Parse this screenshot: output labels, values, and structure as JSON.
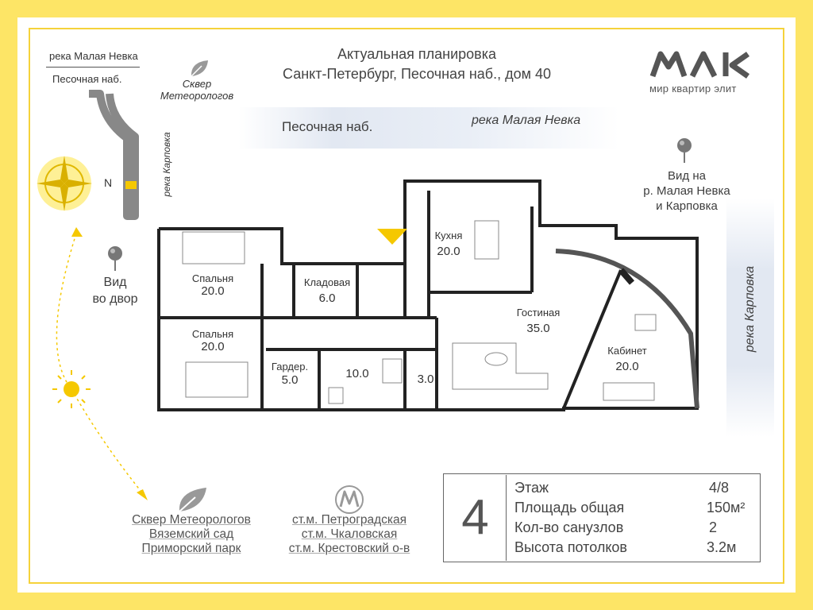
{
  "header": {
    "title_line1": "Актуальная планировка",
    "title_line2": "Санкт-Петербург, Песочная наб., дом 40"
  },
  "logo": {
    "icon": "company-logo",
    "text": "мир квартир элит"
  },
  "surroundings": {
    "street": "Песочная наб.",
    "river_top": "река  Малая Невка",
    "river_right": "река  Карповка",
    "view_river": [
      "Вид на",
      "р. Малая Невка",
      "и Карповка"
    ],
    "view_yard": [
      "Вид",
      "во двор"
    ]
  },
  "minimap": {
    "river_label": "река  Малая Невка",
    "embankment_label": "Песочная наб.",
    "karpovka_label": "река  Карповка",
    "square_label": [
      "Сквер",
      "Метеорологов"
    ],
    "north_label": "N"
  },
  "rooms": [
    {
      "name": "Спальня",
      "area": "20.0"
    },
    {
      "name": "Спальня",
      "area": "20.0"
    },
    {
      "name": "Кладовая",
      "area": "6.0"
    },
    {
      "name": "Гардер.",
      "area": "5.0"
    },
    {
      "name": "",
      "area": "10.0"
    },
    {
      "name": "",
      "area": "3.0"
    },
    {
      "name": "Кухня",
      "area": "20.0"
    },
    {
      "name": "Гостиная",
      "area": "35.0"
    },
    {
      "name": "Кабинет",
      "area": "20.0"
    }
  ],
  "nearby": {
    "parks": [
      "Сквер Метеорологов",
      "Вяземский сад",
      "Приморский парк"
    ],
    "metro": [
      "ст.м. Петроградская",
      "ст.м. Чкаловская",
      "ст.м. Крестовский о-в"
    ]
  },
  "specs": {
    "floor_number": "4",
    "rows": [
      {
        "label": "Этаж",
        "value": "4/8"
      },
      {
        "label": "Площадь общая",
        "value": "150м²"
      },
      {
        "label": "Кол-во санузлов",
        "value": "2"
      },
      {
        "label": "Высота потолков",
        "value": "3.2м"
      }
    ]
  },
  "colors": {
    "frame": "#fde566",
    "accent": "#f5c800",
    "wall": "#222222"
  }
}
